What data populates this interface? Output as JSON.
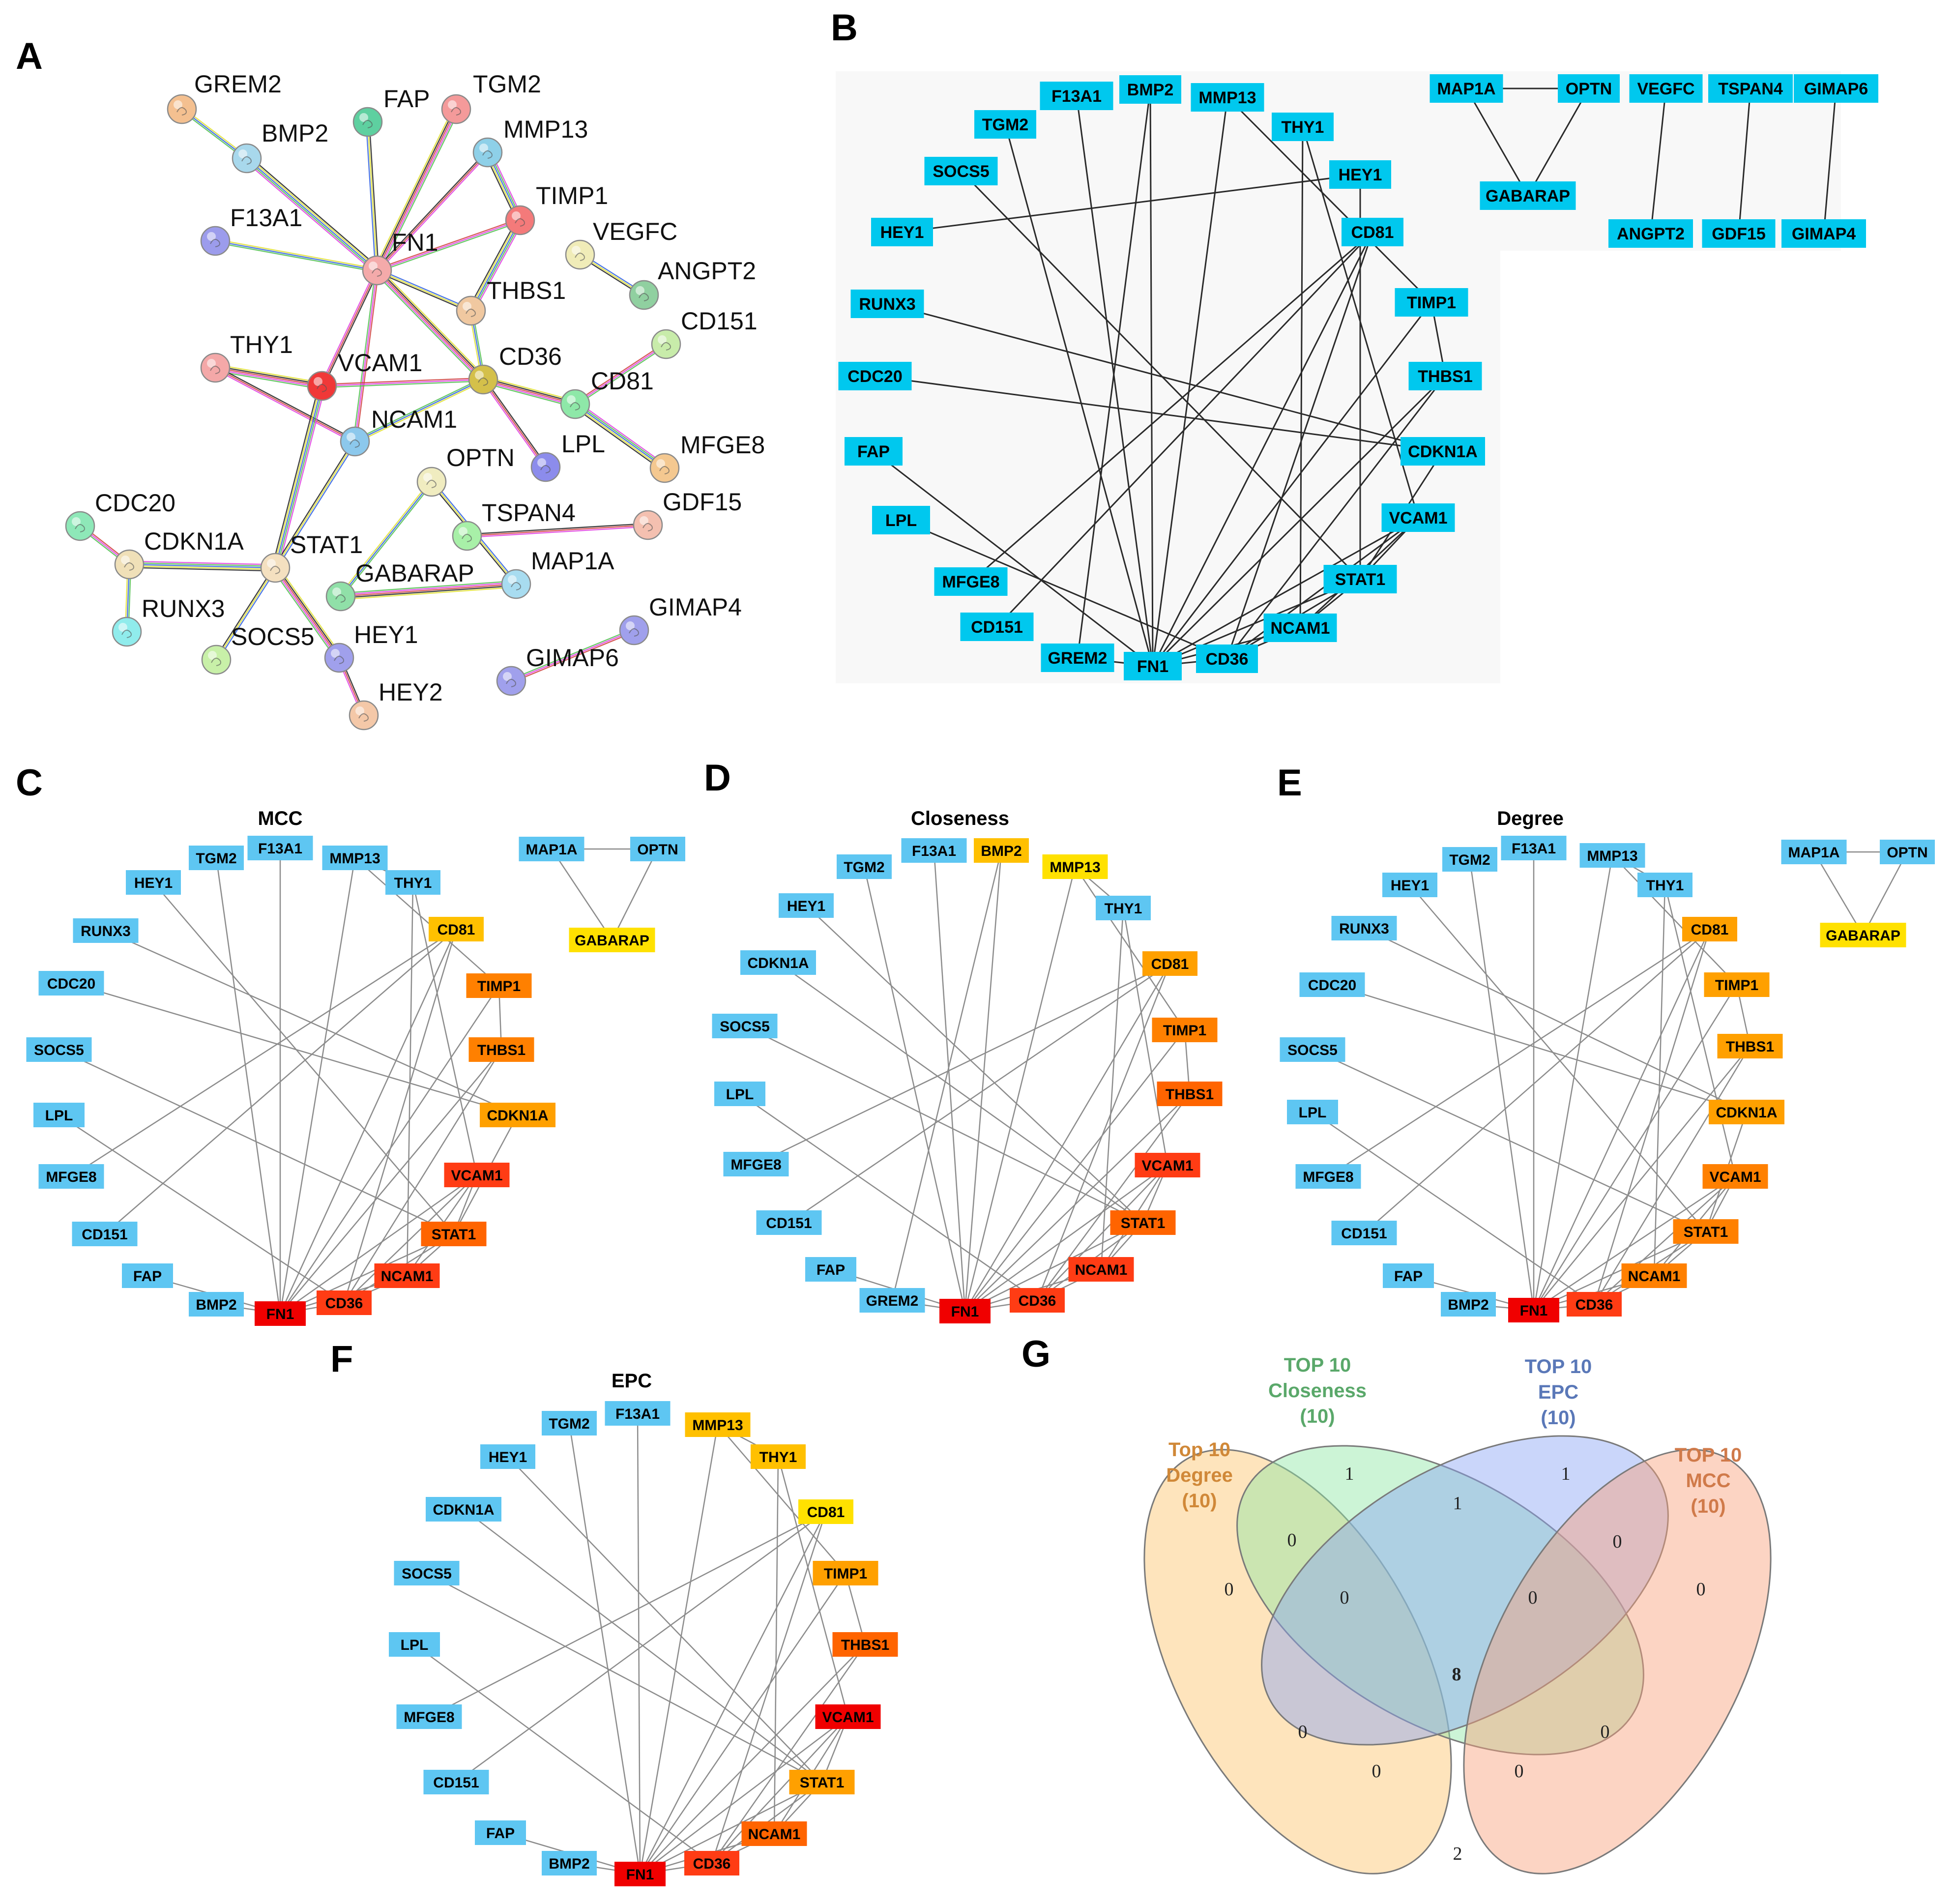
{
  "panel_labels": {
    "a": "A",
    "b": "B",
    "c": "C",
    "d": "D",
    "e": "E",
    "f": "F",
    "g": "G"
  },
  "titles": {
    "c": "MCC",
    "d": "Closeness",
    "e": "Degree",
    "f": "EPC"
  },
  "colors": {
    "sky": "#5ec6f2",
    "cyan": "#00c8ee",
    "yellow": "#ffe100",
    "ambLight": "#ffc000",
    "amber": "#ffa000",
    "orange": "#ff8000",
    "dkorange": "#ff6400",
    "redor": "#ff3c14",
    "red": "#f00000"
  },
  "string_nodes": [
    {
      "id": "GREM2",
      "color": "#f4c090"
    },
    {
      "id": "BMP2",
      "color": "#a8d8ec"
    },
    {
      "id": "FAP",
      "color": "#5ed0a0"
    },
    {
      "id": "TGM2",
      "color": "#f49a9a"
    },
    {
      "id": "MMP13",
      "color": "#8ed0e8"
    },
    {
      "id": "TIMP1",
      "color": "#f47a7a"
    },
    {
      "id": "F13A1",
      "color": "#9c9cec"
    },
    {
      "id": "FN1",
      "color": "#f4aaaa"
    },
    {
      "id": "VEGFC",
      "color": "#f0ecb8"
    },
    {
      "id": "ANGPT2",
      "color": "#90d0a0"
    },
    {
      "id": "THBS1",
      "color": "#f0c8a0"
    },
    {
      "id": "CD151",
      "color": "#c8ecaa"
    },
    {
      "id": "THY1",
      "color": "#f4a8a8"
    },
    {
      "id": "VCAM1",
      "color": "#f03838"
    },
    {
      "id": "CD36",
      "color": "#d4c04a"
    },
    {
      "id": "CD81",
      "color": "#8ee8a8"
    },
    {
      "id": "NCAM1",
      "color": "#8cc8ec"
    },
    {
      "id": "LPL",
      "color": "#8c8cec"
    },
    {
      "id": "MFGE8",
      "color": "#f4c890"
    },
    {
      "id": "OPTN",
      "color": "#f0ecc0"
    },
    {
      "id": "CDC20",
      "color": "#8ee8b8"
    },
    {
      "id": "TSPAN4",
      "color": "#a8f0a8"
    },
    {
      "id": "GDF15",
      "color": "#f4c0b0"
    },
    {
      "id": "CDKN1A",
      "color": "#f0e0b8"
    },
    {
      "id": "STAT1",
      "color": "#f4e0c0"
    },
    {
      "id": "GABARAP",
      "color": "#90e0a8"
    },
    {
      "id": "MAP1A",
      "color": "#a8dcf0"
    },
    {
      "id": "RUNX3",
      "color": "#90ecec"
    },
    {
      "id": "SOCS5",
      "color": "#c8f0a8"
    },
    {
      "id": "HEY1",
      "color": "#a0a0ec"
    },
    {
      "id": "GIMAP4",
      "color": "#a0a0ec"
    },
    {
      "id": "GIMAP6",
      "color": "#a0a0ec"
    },
    {
      "id": "HEY2",
      "color": "#f4c8a8"
    }
  ],
  "string_edges": [
    [
      "FN1",
      "BMP2"
    ],
    [
      "BMP2",
      "GREM2"
    ],
    [
      "FN1",
      "FAP"
    ],
    [
      "FN1",
      "TGM2"
    ],
    [
      "FN1",
      "MMP13"
    ],
    [
      "FN1",
      "TIMP1"
    ],
    [
      "MMP13",
      "TIMP1"
    ],
    [
      "FN1",
      "F13A1"
    ],
    [
      "FN1",
      "THBS1"
    ],
    [
      "FN1",
      "CD36"
    ],
    [
      "FN1",
      "VCAM1"
    ],
    [
      "FN1",
      "NCAM1"
    ],
    [
      "TIMP1",
      "THBS1"
    ],
    [
      "THBS1",
      "CD36"
    ],
    [
      "VEGFC",
      "ANGPT2"
    ],
    [
      "THY1",
      "VCAM1"
    ],
    [
      "THY1",
      "NCAM1"
    ],
    [
      "VCAM1",
      "CD36"
    ],
    [
      "VCAM1",
      "STAT1"
    ],
    [
      "NCAM1",
      "CD36"
    ],
    [
      "NCAM1",
      "STAT1"
    ],
    [
      "CD36",
      "CD81"
    ],
    [
      "CD36",
      "LPL"
    ],
    [
      "CD81",
      "CD151"
    ],
    [
      "CD81",
      "MFGE8"
    ],
    [
      "OPTN",
      "GABARAP"
    ],
    [
      "OPTN",
      "MAP1A"
    ],
    [
      "MAP1A",
      "GABARAP"
    ],
    [
      "TSPAN4",
      "GDF15"
    ],
    [
      "CDC20",
      "CDKN1A"
    ],
    [
      "CDKN1A",
      "STAT1"
    ],
    [
      "CDKN1A",
      "RUNX3"
    ],
    [
      "STAT1",
      "SOCS5"
    ],
    [
      "STAT1",
      "HEY1"
    ],
    [
      "HEY1",
      "HEY2"
    ],
    [
      "GIMAP4",
      "GIMAP6"
    ]
  ],
  "b_nodes": [
    {
      "id": "F13A1"
    },
    {
      "id": "BMP2"
    },
    {
      "id": "MMP13"
    },
    {
      "id": "TGM2"
    },
    {
      "id": "THY1"
    },
    {
      "id": "SOCS5"
    },
    {
      "id": "HEY1_r",
      "label": "HEY1"
    },
    {
      "id": "HEY1",
      "label": "HEY1"
    },
    {
      "id": "CD81"
    },
    {
      "id": "RUNX3"
    },
    {
      "id": "TIMP1"
    },
    {
      "id": "CDC20"
    },
    {
      "id": "THBS1"
    },
    {
      "id": "FAP"
    },
    {
      "id": "CDKN1A"
    },
    {
      "id": "LPL"
    },
    {
      "id": "VCAM1"
    },
    {
      "id": "MFGE8"
    },
    {
      "id": "STAT1"
    },
    {
      "id": "CD151"
    },
    {
      "id": "NCAM1"
    },
    {
      "id": "GREM2"
    },
    {
      "id": "FN1"
    },
    {
      "id": "CD36"
    },
    {
      "id": "MAP1A"
    },
    {
      "id": "OPTN"
    },
    {
      "id": "VEGFC"
    },
    {
      "id": "TSPAN4"
    },
    {
      "id": "GIMAP6"
    },
    {
      "id": "GABARAP"
    },
    {
      "id": "ANGPT2"
    },
    {
      "id": "GDF15"
    },
    {
      "id": "GIMAP4"
    }
  ],
  "b_edges": [
    [
      "FN1",
      "F13A1"
    ],
    [
      "FN1",
      "BMP2"
    ],
    [
      "FN1",
      "MMP13"
    ],
    [
      "FN1",
      "TGM2"
    ],
    [
      "FN1",
      "FAP"
    ],
    [
      "FN1",
      "GREM2"
    ],
    [
      "FN1",
      "CD36"
    ],
    [
      "FN1",
      "CD81"
    ],
    [
      "FN1",
      "THBS1"
    ],
    [
      "FN1",
      "VCAM1"
    ],
    [
      "FN1",
      "STAT1"
    ],
    [
      "FN1",
      "NCAM1"
    ],
    [
      "FN1",
      "TIMP1"
    ],
    [
      "BMP2",
      "GREM2"
    ],
    [
      "MMP13",
      "TIMP1"
    ],
    [
      "THY1",
      "VCAM1"
    ],
    [
      "THY1",
      "NCAM1"
    ],
    [
      "HEY1",
      "HEY1_r"
    ],
    [
      "HEY1_r",
      "STAT1"
    ],
    [
      "SOCS5",
      "STAT1"
    ],
    [
      "RUNX3",
      "CDKN1A"
    ],
    [
      "CDC20",
      "CDKN1A"
    ],
    [
      "CDKN1A",
      "STAT1"
    ],
    [
      "CD81",
      "CD151"
    ],
    [
      "CD81",
      "MFGE8"
    ],
    [
      "CD81",
      "CD36"
    ],
    [
      "LPL",
      "CD36"
    ],
    [
      "TIMP1",
      "THBS1"
    ],
    [
      "THBS1",
      "CD36"
    ],
    [
      "VCAM1",
      "CD36"
    ],
    [
      "VCAM1",
      "NCAM1"
    ],
    [
      "VCAM1",
      "STAT1"
    ],
    [
      "STAT1",
      "NCAM1"
    ],
    [
      "STAT1",
      "CD36"
    ],
    [
      "CD36",
      "NCAM1"
    ],
    [
      "MAP1A",
      "OPTN"
    ],
    [
      "MAP1A",
      "GABARAP"
    ],
    [
      "OPTN",
      "GABARAP"
    ],
    [
      "VEGFC",
      "ANGPT2"
    ],
    [
      "TSPAN4",
      "GDF15"
    ],
    [
      "GIMAP6",
      "GIMAP4"
    ]
  ],
  "c_nodes": [
    {
      "id": "TGM2",
      "c": "sky"
    },
    {
      "id": "F13A1",
      "c": "sky"
    },
    {
      "id": "MMP13",
      "c": "sky"
    },
    {
      "id": "HEY1",
      "c": "sky"
    },
    {
      "id": "THY1",
      "c": "sky"
    },
    {
      "id": "RUNX3",
      "c": "sky"
    },
    {
      "id": "CD81",
      "c": "ambLight"
    },
    {
      "id": "CDC20",
      "c": "sky"
    },
    {
      "id": "TIMP1",
      "c": "orange"
    },
    {
      "id": "SOCS5",
      "c": "sky"
    },
    {
      "id": "THBS1",
      "c": "orange"
    },
    {
      "id": "LPL",
      "c": "sky"
    },
    {
      "id": "CDKN1A",
      "c": "amber"
    },
    {
      "id": "MFGE8",
      "c": "sky"
    },
    {
      "id": "VCAM1",
      "c": "redor"
    },
    {
      "id": "CD151",
      "c": "sky"
    },
    {
      "id": "STAT1",
      "c": "dkorange"
    },
    {
      "id": "FAP",
      "c": "sky"
    },
    {
      "id": "NCAM1",
      "c": "redor"
    },
    {
      "id": "BMP2",
      "c": "sky"
    },
    {
      "id": "FN1",
      "c": "red"
    },
    {
      "id": "CD36",
      "c": "redor"
    },
    {
      "id": "MAP1A",
      "c": "sky"
    },
    {
      "id": "OPTN",
      "c": "sky"
    },
    {
      "id": "GABARAP",
      "c": "yellow"
    }
  ],
  "d_nodes": [
    {
      "id": "TGM2",
      "c": "sky"
    },
    {
      "id": "F13A1",
      "c": "sky"
    },
    {
      "id": "BMP2",
      "c": "ambLight"
    },
    {
      "id": "MMP13",
      "c": "yellow"
    },
    {
      "id": "HEY1",
      "c": "sky"
    },
    {
      "id": "THY1",
      "c": "sky"
    },
    {
      "id": "CDKN1A",
      "c": "sky"
    },
    {
      "id": "CD81",
      "c": "amber"
    },
    {
      "id": "SOCS5",
      "c": "sky"
    },
    {
      "id": "TIMP1",
      "c": "orange"
    },
    {
      "id": "LPL",
      "c": "sky"
    },
    {
      "id": "THBS1",
      "c": "dkorange"
    },
    {
      "id": "MFGE8",
      "c": "sky"
    },
    {
      "id": "VCAM1",
      "c": "redor"
    },
    {
      "id": "CD151",
      "c": "sky"
    },
    {
      "id": "STAT1",
      "c": "dkorange"
    },
    {
      "id": "FAP",
      "c": "sky"
    },
    {
      "id": "NCAM1",
      "c": "redor"
    },
    {
      "id": "GREM2",
      "c": "sky"
    },
    {
      "id": "FN1",
      "c": "red"
    },
    {
      "id": "CD36",
      "c": "redor"
    }
  ],
  "e_nodes": [
    {
      "id": "TGM2",
      "c": "sky"
    },
    {
      "id": "F13A1",
      "c": "sky"
    },
    {
      "id": "MMP13",
      "c": "sky"
    },
    {
      "id": "HEY1",
      "c": "sky"
    },
    {
      "id": "THY1",
      "c": "sky"
    },
    {
      "id": "RUNX3",
      "c": "sky"
    },
    {
      "id": "CD81",
      "c": "amber"
    },
    {
      "id": "CDC20",
      "c": "sky"
    },
    {
      "id": "TIMP1",
      "c": "amber"
    },
    {
      "id": "SOCS5",
      "c": "sky"
    },
    {
      "id": "THBS1",
      "c": "amber"
    },
    {
      "id": "LPL",
      "c": "sky"
    },
    {
      "id": "CDKN1A",
      "c": "amber"
    },
    {
      "id": "MFGE8",
      "c": "sky"
    },
    {
      "id": "VCAM1",
      "c": "orange"
    },
    {
      "id": "CD151",
      "c": "sky"
    },
    {
      "id": "STAT1",
      "c": "orange"
    },
    {
      "id": "FAP",
      "c": "sky"
    },
    {
      "id": "NCAM1",
      "c": "orange"
    },
    {
      "id": "BMP2",
      "c": "sky"
    },
    {
      "id": "FN1",
      "c": "red"
    },
    {
      "id": "CD36",
      "c": "redor"
    },
    {
      "id": "MAP1A",
      "c": "sky"
    },
    {
      "id": "OPTN",
      "c": "sky"
    },
    {
      "id": "GABARAP",
      "c": "yellow"
    }
  ],
  "f_nodes": [
    {
      "id": "TGM2",
      "c": "sky"
    },
    {
      "id": "F13A1",
      "c": "sky"
    },
    {
      "id": "MMP13",
      "c": "ambLight"
    },
    {
      "id": "HEY1",
      "c": "sky"
    },
    {
      "id": "THY1",
      "c": "ambLight"
    },
    {
      "id": "CDKN1A",
      "c": "sky"
    },
    {
      "id": "CD81",
      "c": "yellow"
    },
    {
      "id": "SOCS5",
      "c": "sky"
    },
    {
      "id": "TIMP1",
      "c": "amber"
    },
    {
      "id": "LPL",
      "c": "sky"
    },
    {
      "id": "THBS1",
      "c": "dkorange"
    },
    {
      "id": "MFGE8",
      "c": "sky"
    },
    {
      "id": "VCAM1",
      "c": "red"
    },
    {
      "id": "CD151",
      "c": "sky"
    },
    {
      "id": "STAT1",
      "c": "amber"
    },
    {
      "id": "FAP",
      "c": "sky"
    },
    {
      "id": "NCAM1",
      "c": "dkorange"
    },
    {
      "id": "BMP2",
      "c": "sky"
    },
    {
      "id": "FN1",
      "c": "red"
    },
    {
      "id": "CD36",
      "c": "redor"
    }
  ],
  "cyto_edges": [
    [
      "FN1",
      "TGM2"
    ],
    [
      "FN1",
      "F13A1"
    ],
    [
      "FN1",
      "MMP13"
    ],
    [
      "FN1",
      "BMP2"
    ],
    [
      "FN1",
      "GREM2"
    ],
    [
      "FN1",
      "FAP"
    ],
    [
      "FN1",
      "CD36"
    ],
    [
      "FN1",
      "CD81"
    ],
    [
      "FN1",
      "TIMP1"
    ],
    [
      "FN1",
      "THBS1"
    ],
    [
      "FN1",
      "VCAM1"
    ],
    [
      "FN1",
      "STAT1"
    ],
    [
      "FN1",
      "NCAM1"
    ],
    [
      "BMP2",
      "GREM2"
    ],
    [
      "MMP13",
      "THY1"
    ],
    [
      "MMP13",
      "TIMP1"
    ],
    [
      "THY1",
      "NCAM1"
    ],
    [
      "THY1",
      "VCAM1"
    ],
    [
      "HEY1",
      "STAT1"
    ],
    [
      "SOCS5",
      "STAT1"
    ],
    [
      "RUNX3",
      "CDKN1A"
    ],
    [
      "CDC20",
      "CDKN1A"
    ],
    [
      "CDKN1A",
      "STAT1"
    ],
    [
      "CD81",
      "CD151"
    ],
    [
      "CD81",
      "MFGE8"
    ],
    [
      "CD81",
      "CD36"
    ],
    [
      "LPL",
      "CD36"
    ],
    [
      "TIMP1",
      "THBS1"
    ],
    [
      "THBS1",
      "CD36"
    ],
    [
      "VCAM1",
      "CD36"
    ],
    [
      "VCAM1",
      "NCAM1"
    ],
    [
      "VCAM1",
      "STAT1"
    ],
    [
      "STAT1",
      "NCAM1"
    ],
    [
      "STAT1",
      "CD36"
    ],
    [
      "CD36",
      "NCAM1"
    ],
    [
      "MAP1A",
      "OPTN"
    ],
    [
      "MAP1A",
      "GABARAP"
    ],
    [
      "OPTN",
      "GABARAP"
    ]
  ],
  "venn": {
    "labels": [
      {
        "key": "degree",
        "lines": [
          "Top 10",
          "Degree",
          "(10)"
        ],
        "color": "#d08838"
      },
      {
        "key": "closeness",
        "lines": [
          "TOP 10",
          "Closeness",
          "(10)"
        ],
        "color": "#5aa86a"
      },
      {
        "key": "epc",
        "lines": [
          "TOP 10",
          "EPC",
          "(10)"
        ],
        "color": "#5a78b8"
      },
      {
        "key": "mcc",
        "lines": [
          "TOP 10",
          "MCC",
          "(10)"
        ],
        "color": "#d07a4a"
      }
    ],
    "fills": {
      "degree": "#fcc46a",
      "closeness": "#8ee6a4",
      "epc": "#8aa4f4",
      "mcc": "#f8a07a"
    },
    "regions": [
      "1",
      "1",
      "1",
      "0",
      "0",
      "0",
      "0",
      "0",
      "0",
      "8",
      "0",
      "0",
      "0",
      "0",
      "2"
    ],
    "center_color": "#ff2020"
  }
}
